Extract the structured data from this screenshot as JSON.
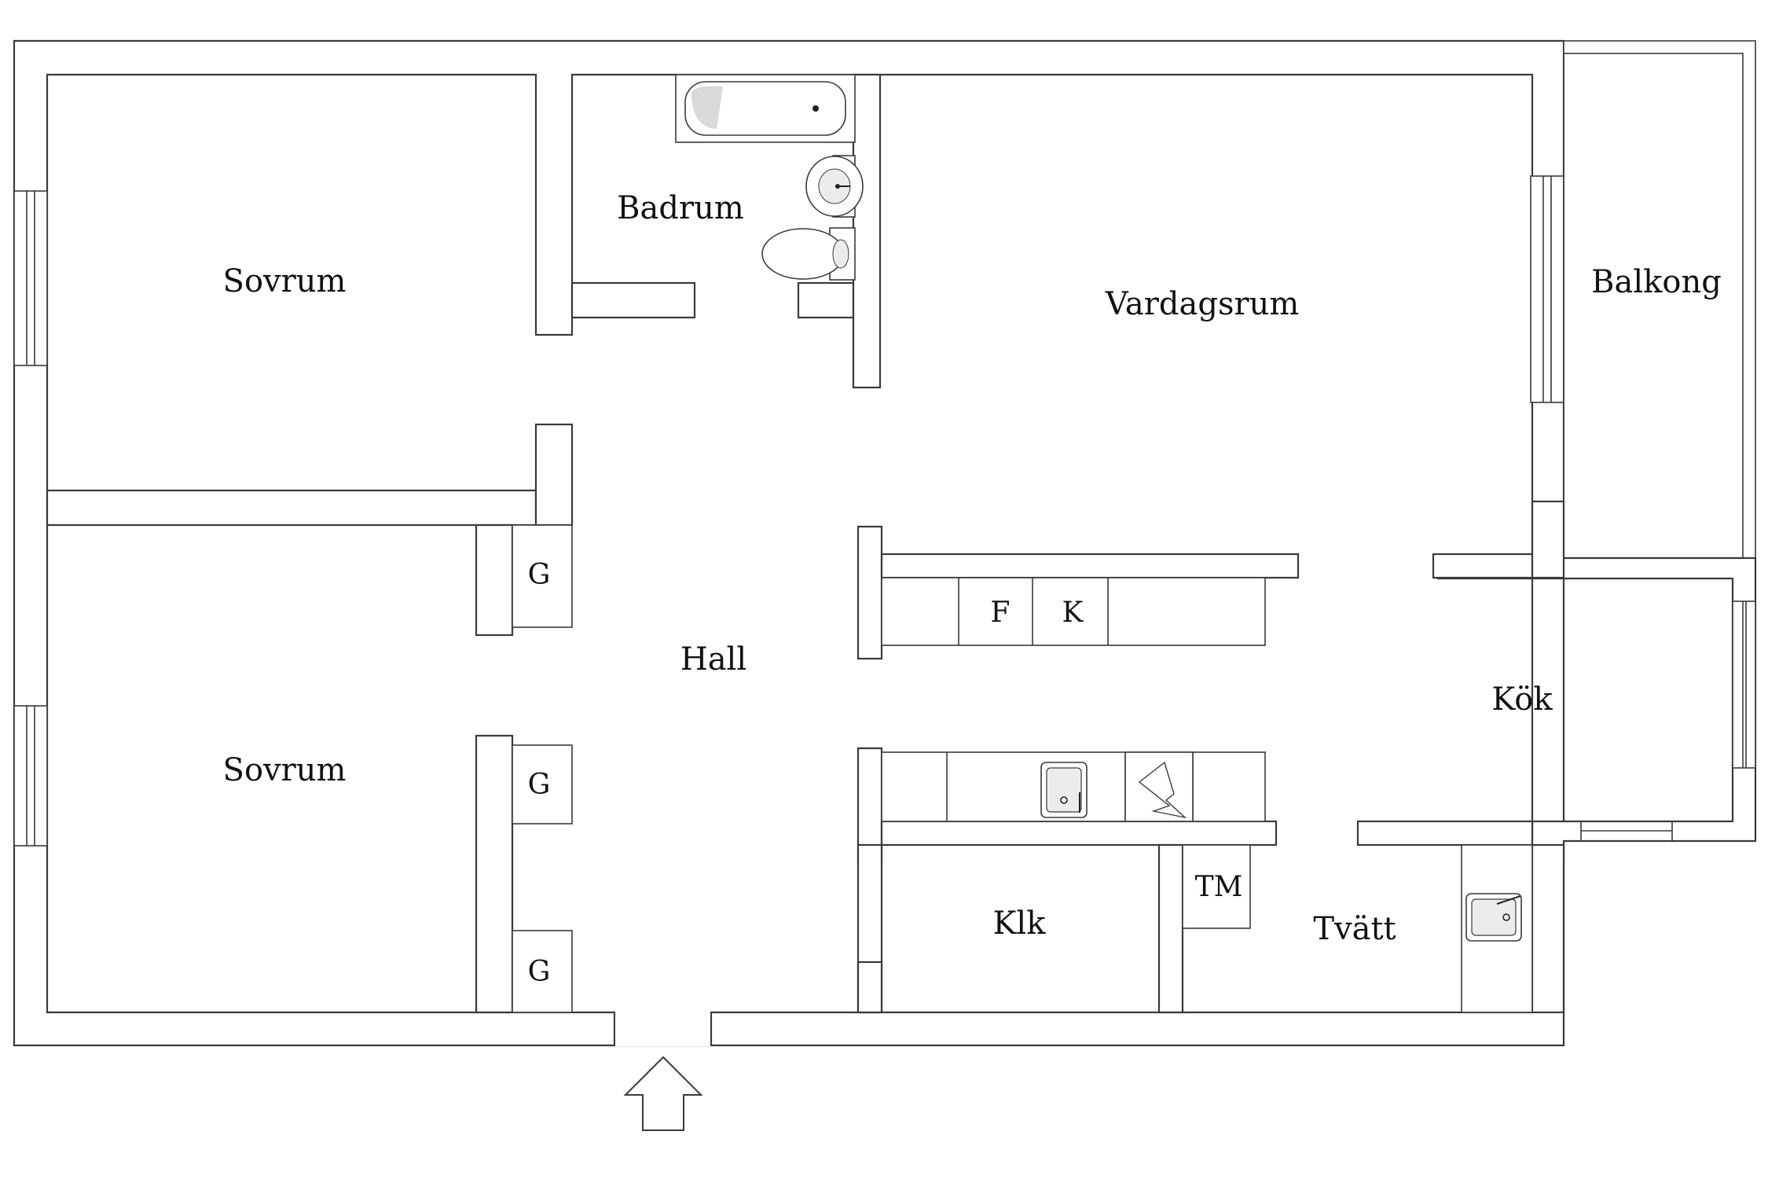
{
  "rooms": {
    "bedroom_top": "Sovrum",
    "bathroom": "Badrum",
    "living_room": "Vardagsrum",
    "balcony": "Balkong",
    "hall": "Hall",
    "bedroom_bottom": "Sovrum",
    "kitchen": "Kök",
    "closet_room": "Klk",
    "laundry": "Tvätt"
  },
  "labels": {
    "wardrobe_1": "G",
    "wardrobe_2": "G",
    "wardrobe_3": "G",
    "fridge": "F",
    "freezer": "K",
    "dryer": "TM"
  },
  "colors": {
    "line": "#3a3a3a",
    "text": "#111111"
  },
  "icons": {
    "entrance": "entrance-arrow-icon"
  }
}
